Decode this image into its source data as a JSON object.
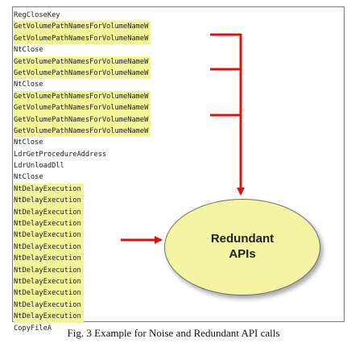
{
  "api_calls": [
    {
      "name": "RegCloseKey",
      "highlighted": false
    },
    {
      "name": "GetVolumePathNamesForVolumeNameW",
      "highlighted": true
    },
    {
      "name": "GetVolumePathNamesForVolumeNameW",
      "highlighted": true
    },
    {
      "name": "NtClose",
      "highlighted": false
    },
    {
      "name": "GetVolumePathNamesForVolumeNameW",
      "highlighted": true
    },
    {
      "name": "GetVolumePathNamesForVolumeNameW",
      "highlighted": true
    },
    {
      "name": "NtClose",
      "highlighted": false
    },
    {
      "name": "GetVolumePathNamesForVolumeNameW",
      "highlighted": true
    },
    {
      "name": "GetVolumePathNamesForVolumeNameW",
      "highlighted": true
    },
    {
      "name": "GetVolumePathNamesForVolumeNameW",
      "highlighted": true
    },
    {
      "name": "GetVolumePathNamesForVolumeNameW",
      "highlighted": true
    },
    {
      "name": "NtClose",
      "highlighted": false
    },
    {
      "name": "LdrGetProcedureAddress",
      "highlighted": false
    },
    {
      "name": "LdrUnloadDll",
      "highlighted": false
    },
    {
      "name": "NtClose",
      "highlighted": false
    },
    {
      "name": "NtDelayExecution",
      "highlighted": true
    },
    {
      "name": "NtDelayExecution",
      "highlighted": true
    },
    {
      "name": "NtDelayExecution",
      "highlighted": true
    },
    {
      "name": "NtDelayExecution",
      "highlighted": true
    },
    {
      "name": "NtDelayExecution",
      "highlighted": true
    },
    {
      "name": "NtDelayExecution",
      "highlighted": true
    },
    {
      "name": "NtDelayExecution",
      "highlighted": true
    },
    {
      "name": "NtDelayExecution",
      "highlighted": true
    },
    {
      "name": "NtDelayExecution",
      "highlighted": true
    },
    {
      "name": "NtDelayExecution",
      "highlighted": true
    },
    {
      "name": "NtDelayExecution",
      "highlighted": true
    },
    {
      "name": "NtDelayExecution",
      "highlighted": true
    },
    {
      "name": "CopyFileA",
      "highlighted": false
    }
  ],
  "callout": {
    "line1": "Redundant",
    "line2": "APIs"
  },
  "caption": "Fig. 3 Example for Noise and Redundant API calls",
  "colors": {
    "highlight": "#f3f39a",
    "callout_fill": "#f4f4a2",
    "arrow": "#e01010"
  }
}
